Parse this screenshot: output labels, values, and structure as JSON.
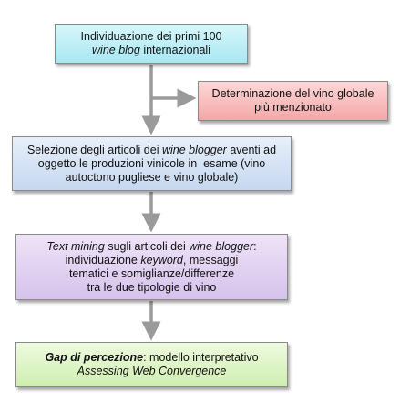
{
  "nodes": {
    "n1": {
      "line1": "Individuazione dei primi 100",
      "line2_em": "wine blog",
      "line2_rest": " internazionali"
    },
    "n2": {
      "line1": "Determinazione del vino globale",
      "line2": "più menzionato"
    },
    "n3": {
      "line1_a": "Selezione degli articoli dei ",
      "line1_em": "wine blogger",
      "line1_b": " aventi ad",
      "line2": "oggetto le produzioni vinicole in  esame (vino",
      "line3": "autoctono pugliese e vino globale)"
    },
    "n4": {
      "line1_em": "Text mining",
      "line1_a": " sugli articoli dei ",
      "line1_em2": "wine blogger",
      "line1_b": ":",
      "line2_a": "individuazione ",
      "line2_em": "keyword",
      "line2_b": ", messaggi",
      "line3": "tematici e somiglianze/differenze",
      "line4": "tra le due tipologie di vino"
    },
    "n5": {
      "line1_strong": "Gap di percezione",
      "line1_rest": ": modello interpretativo",
      "line2_em": "Assessing Web Convergence"
    }
  },
  "colors": {
    "arrow": "#9a9a9a",
    "n1_fill": "#bdeff6",
    "n2_fill": "#f8bdbd",
    "n3_fill": "#d7e4f5",
    "n4_fill": "#e2d3f1",
    "n5_fill": "#dff5c8"
  }
}
